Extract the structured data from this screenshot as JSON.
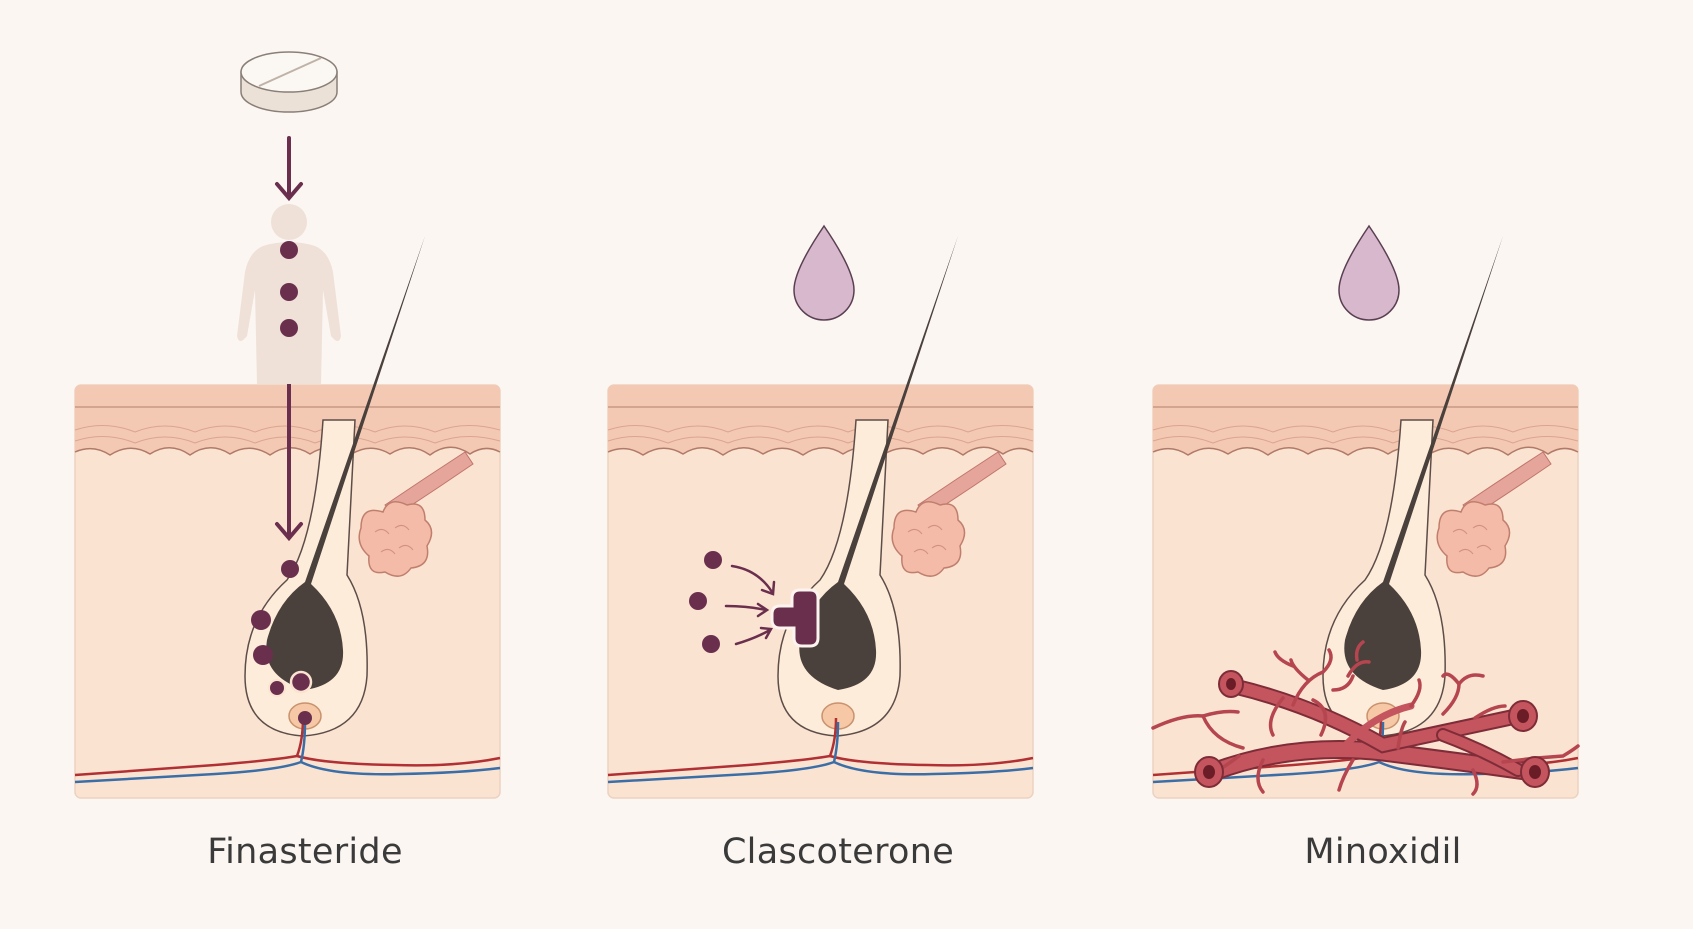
{
  "panels": [
    {
      "label": "Finasteride"
    },
    {
      "label": "Clascoterone"
    },
    {
      "label": "Minoxidil"
    }
  ],
  "colors": {
    "background": "#fbf6f2",
    "dermis": "#fbe3d2",
    "epidermis": "#f4c9b4",
    "hair": "#4a403c",
    "drug": "#6b2f4e",
    "droplet": "#d7b8cc",
    "artery": "#b03034",
    "vein": "#3b6ea6",
    "vessel_fill": "#c4545e"
  },
  "icons": [
    "tablet-icon",
    "body-silhouette-icon",
    "droplet-icon",
    "receptor-icon",
    "hair-follicle-icon",
    "sebaceous-gland-icon",
    "blood-vessel-icon"
  ]
}
